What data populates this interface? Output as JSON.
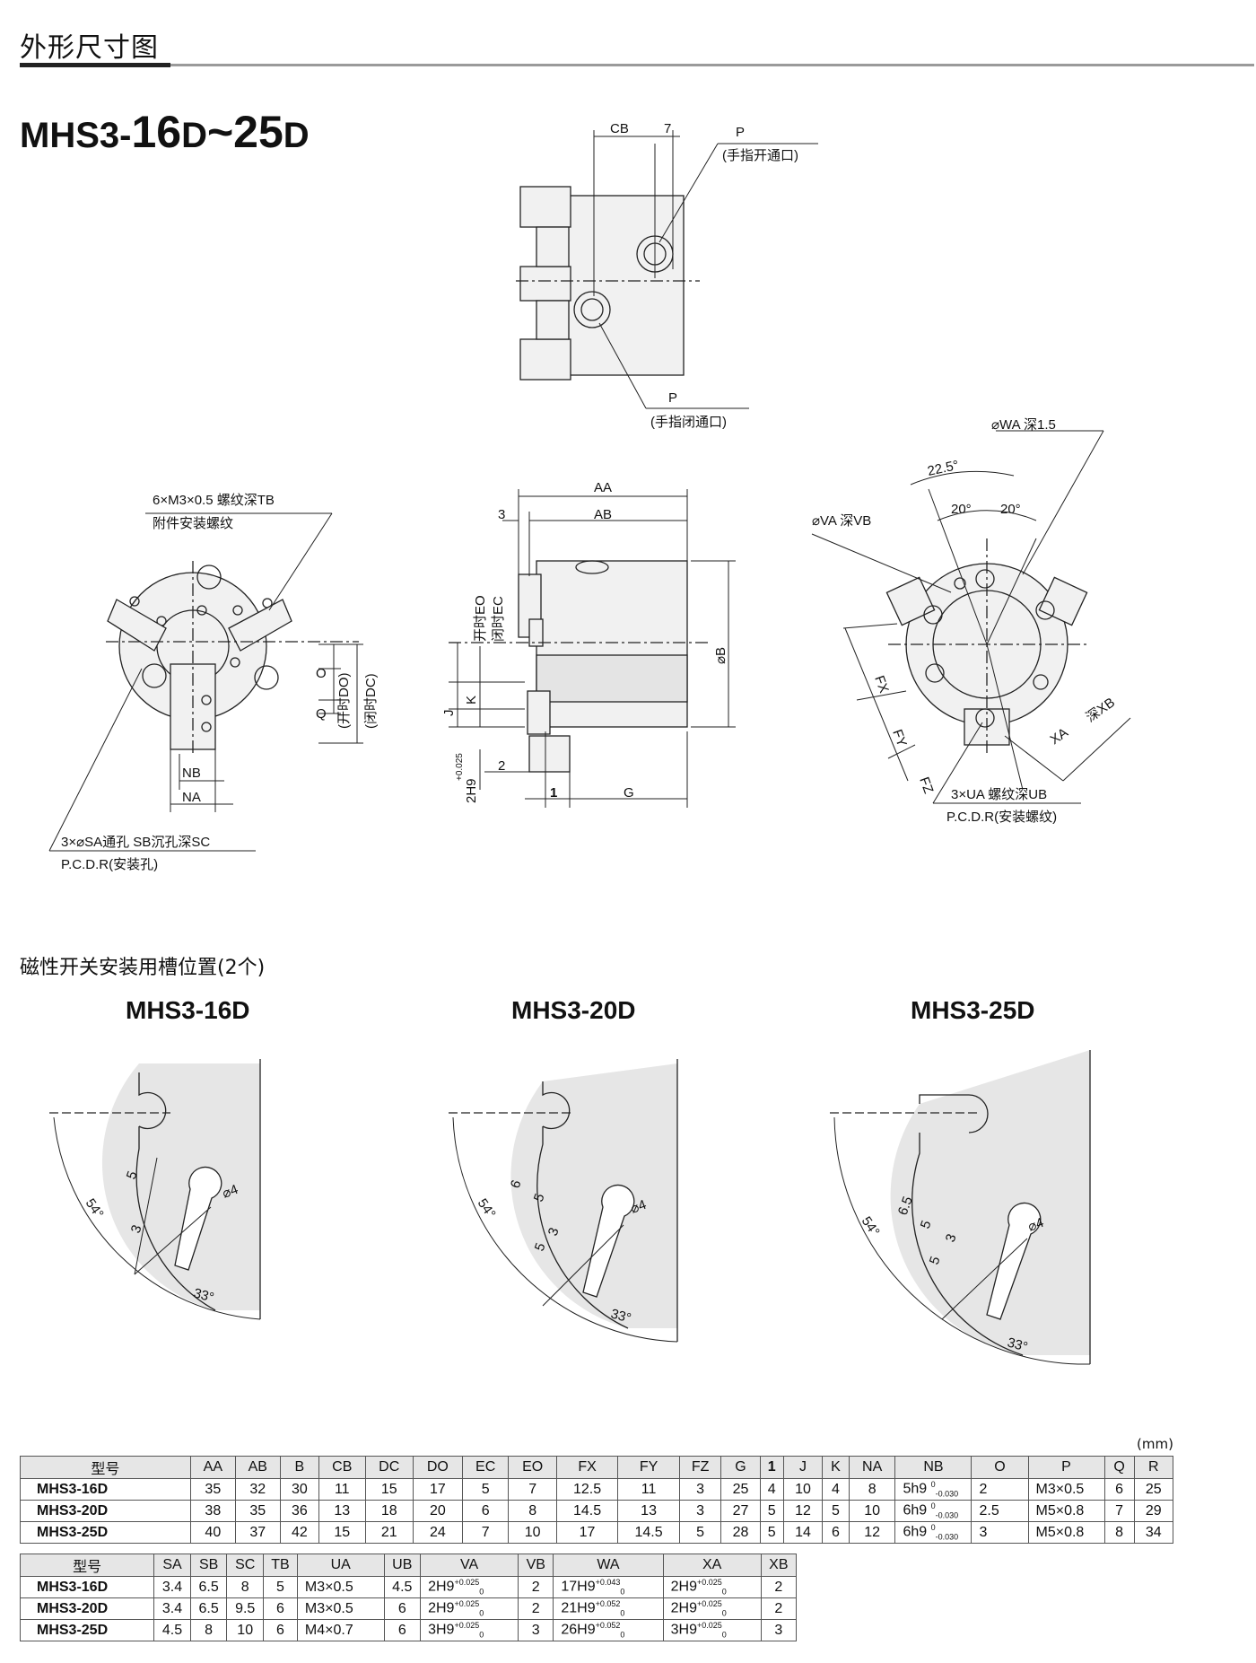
{
  "header": {
    "title": "外形尺寸图"
  },
  "model_range": {
    "prefix": "MHS3-",
    "from": "16",
    "suffix_from": "D",
    "tilde": "~",
    "to": "25",
    "suffix_to": "D"
  },
  "drawing_labels": {
    "cb": "CB",
    "seven": "7",
    "p": "P",
    "finger_open_port": "(手指开通口)",
    "finger_close_port": "(手指闭通口)",
    "thread_note_1": "6×M3×0.5 螺纹深TB",
    "thread_note_2": "附件安装螺纹",
    "o": "O",
    "q": "Q",
    "do": "(开时DO)",
    "dc": "(闭时DC)",
    "nb": "NB",
    "na": "NA",
    "mount_hole": "3×⌀SA通孔  SB沉孔深SC",
    "pcdr_hole": "P.C.D.R(安装孔)",
    "aa": "AA",
    "ab": "AB",
    "three": "3",
    "eo": "开时EO",
    "ec": "闭时EC",
    "ob": "⌀B",
    "k": "K",
    "j": "J",
    "two": "2",
    "one": "1",
    "g": "G",
    "h9": "2H9",
    "tol_upper": "+0.025",
    "tol_lower": "0",
    "wa": "⌀WA  深1.5",
    "deg225": "22.5°",
    "deg20a": "20°",
    "deg20b": "20°",
    "va": "⌀VA  深VB",
    "fx": "FX",
    "fy": "FY",
    "fz": "FZ",
    "xa": "XA",
    "xb": "深XB",
    "ua": "3×UA 螺纹深UB",
    "pcdr_thread": "P.C.D.R(安装螺纹)"
  },
  "slot_section": {
    "title": "磁性开关安装用槽位置(2个)"
  },
  "slot_views": [
    {
      "title": "MHS3-16D",
      "angle_a": "54°",
      "angle_b": "33°",
      "d1": "5",
      "d2": "3",
      "d3": "",
      "d4": "",
      "phi": "⌀4"
    },
    {
      "title": "MHS3-20D",
      "angle_a": "54°",
      "angle_b": "33°",
      "d1": "6",
      "d2": "5",
      "d3": "3",
      "d4": "5",
      "phi": "⌀4"
    },
    {
      "title": "MHS3-25D",
      "angle_a": "54°",
      "angle_b": "33°",
      "d1": "6.5",
      "d2": "5",
      "d3": "3",
      "d4": "5",
      "phi": "⌀4"
    }
  ],
  "unit": "(mm)",
  "table1": {
    "headers": [
      "型号",
      "AA",
      "AB",
      "B",
      "CB",
      "DC",
      "DO",
      "EC",
      "EO",
      "FX",
      "FY",
      "FZ",
      "G",
      "1",
      "J",
      "K",
      "NA",
      "NB",
      "O",
      "P",
      "Q",
      "R"
    ],
    "rows": [
      [
        "MHS3-16D",
        "35",
        "32",
        "30",
        "11",
        "15",
        "17",
        "5",
        "7",
        "12.5",
        "11",
        "3",
        "25",
        "4",
        "10",
        "4",
        "8",
        "5h9",
        "2",
        "M3×0.5",
        "6",
        "25"
      ],
      [
        "MHS3-20D",
        "38",
        "35",
        "36",
        "13",
        "18",
        "20",
        "6",
        "8",
        "14.5",
        "13",
        "3",
        "27",
        "5",
        "12",
        "5",
        "10",
        "6h9",
        "2.5",
        "M5×0.8",
        "7",
        "29"
      ],
      [
        "MHS3-25D",
        "40",
        "37",
        "42",
        "15",
        "21",
        "24",
        "7",
        "10",
        "17",
        "14.5",
        "5",
        "28",
        "5",
        "14",
        "6",
        "12",
        "6h9",
        "3",
        "M5×0.8",
        "8",
        "34"
      ]
    ],
    "nb_tol_upper": "0",
    "nb_tol_lower": "-0.030"
  },
  "table2": {
    "headers": [
      "型号",
      "SA",
      "SB",
      "SC",
      "TB",
      "UA",
      "UB",
      "VA",
      "VB",
      "WA",
      "XA",
      "XB"
    ],
    "rows": [
      [
        "MHS3-16D",
        "3.4",
        "6.5",
        "8",
        "5",
        "M3×0.5",
        "4.5",
        "2H9",
        "2",
        "17H9",
        "2H9",
        "2"
      ],
      [
        "MHS3-20D",
        "3.4",
        "6.5",
        "9.5",
        "6",
        "M3×0.5",
        "6",
        "2H9",
        "2",
        "21H9",
        "2H9",
        "2"
      ],
      [
        "MHS3-25D",
        "4.5",
        "8",
        "10",
        "6",
        "M4×0.7",
        "6",
        "3H9",
        "3",
        "26H9",
        "3H9",
        "3"
      ]
    ],
    "tol_h9_upper": "+0.025",
    "tol_h9_lower": "0",
    "wa_tol_upper": [
      "+0.043",
      "+0.052",
      "+0.052"
    ],
    "wa_tol_lower": "0"
  }
}
